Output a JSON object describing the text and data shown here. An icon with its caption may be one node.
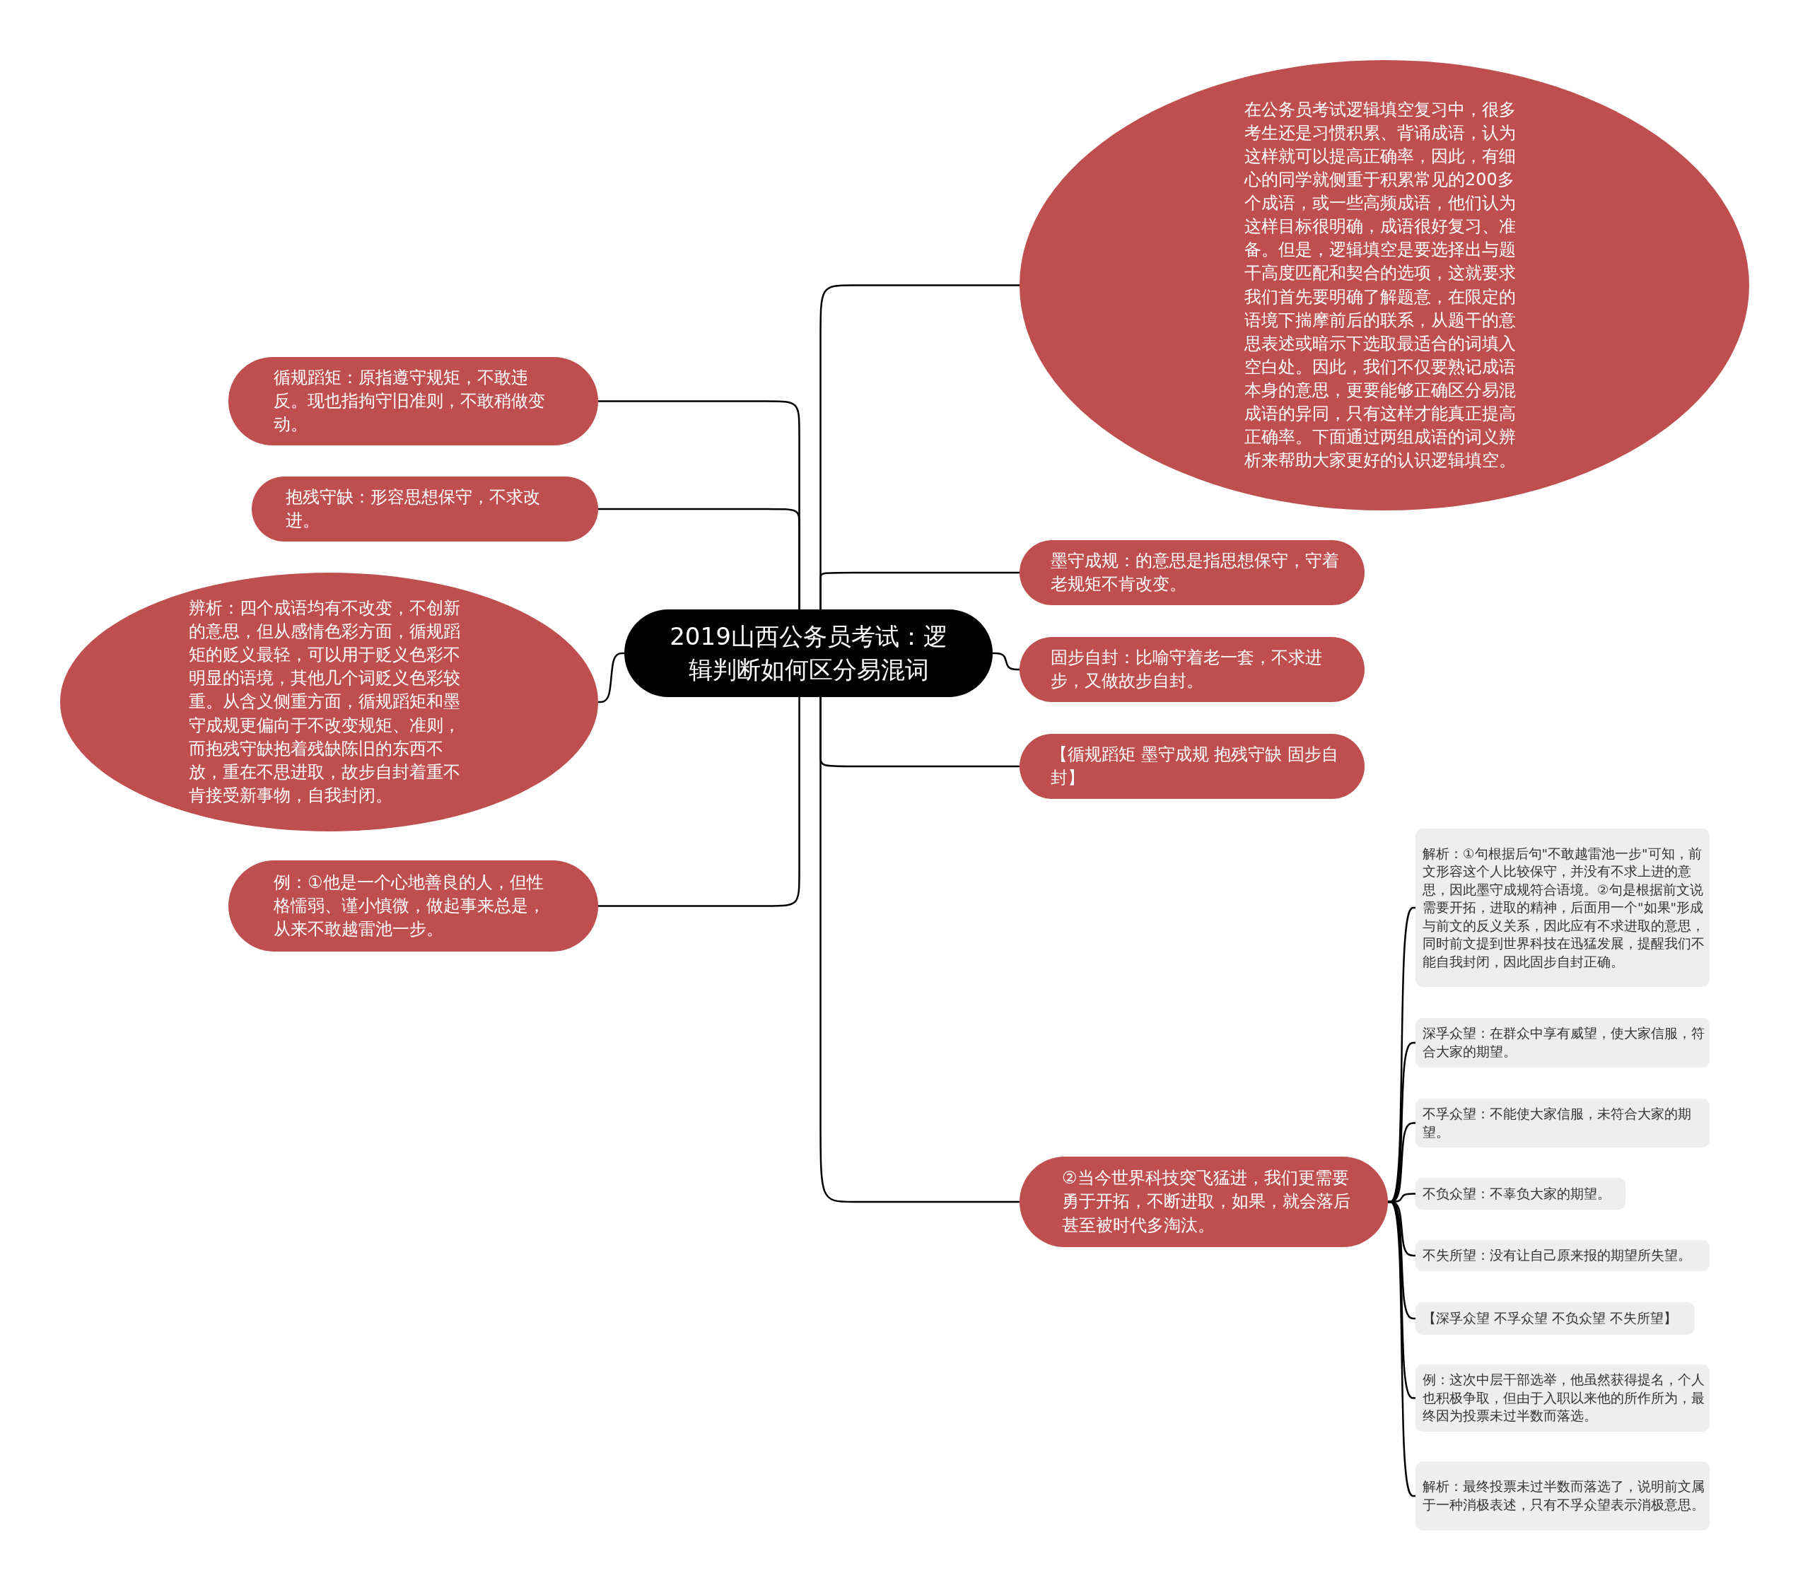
{
  "diagram": {
    "nodes": [
      {
        "text": [
          "2019山西公务员考试：逻辑判断如何区分易混词"
        ]
      },
      {
        "text": [
          "在公务员考试逻辑填空复习中，很多考生还是习惯积累、背诵成语，认为这样就可以提高正确率，因此，有细心的同学就侧重于积累常见的200多个成语，或一些高频成语，他们认为这样目标很明确，成语很好复习、准备。但是，逻辑填空是要选择出与题干高度匹配和契合的选项，这就要求我们首先要明确了解题意，在限定的语境下揣摩前后的联系，从题干的意思表述或暗示下选取最适合的词填入空白处。因此，我们不仅要熟记成语本身的意思，更要能够正确区分易混成语的异同，只有这样才能真正提高正确率。下面通过两组成语的词义辨析来帮助大家更好的认识逻辑填空。"
        ]
      },
      {
        "text": [
          "墨守成规：的意思是指思想保守，守着老规矩不肯改变。"
        ]
      },
      {
        "text": [
          "固步自封：比喻守着老一套，不求进步，又做故步自封。"
        ]
      },
      {
        "text": [
          "【循规蹈矩 墨守成规 抱残守缺 固步自封】"
        ]
      },
      {
        "text": [
          "②当今世界科技突飞猛进，我们更需要勇于开拓，不断进取，如果，就会落后甚至被时代多淘汰。"
        ]
      },
      {
        "text": [
          "解析：①句根据后句\"不敢越雷池一步\"可知，前文形容这个人比较保守，并没有不求上进的意思，因此墨守成规符合语境。②句是根据前文说需要开拓，进取的精神，后面用一个\"如果\"形成与前文的反义关系，因此应有不求进取的意思，同时前文提到世界科技在迅猛发展，提醒我们不能自我封闭，因此固步自封正确。"
        ]
      },
      {
        "text": [
          "深孚众望：在群众中享有威望，使大家信服，符合大家的期望。"
        ]
      },
      {
        "text": [
          "不孚众望：不能使大家信服，未符合大家的期望。"
        ]
      },
      {
        "text": [
          "不负众望：不辜负大家的期望。"
        ]
      },
      {
        "text": [
          "不失所望：没有让自己原来报的期望所失望。"
        ]
      },
      {
        "text": [
          "【深孚众望 不孚众望 不负众望 不失所望】"
        ]
      },
      {
        "text": [
          "例：这次中层干部选举，他虽然获得提名，个人也积极争取，但由于入职以来他的所作所为，最终因为投票未过半数而落选。"
        ]
      },
      {
        "text": [
          "解析：最终投票未过半数而落选了，说明前文属于一种消极表述，只有不孚众望表示消极意思。"
        ]
      },
      {
        "text": [
          "循规蹈矩：原指遵守规矩，不敢违反。现也指拘守旧准则，不敢稍做变动。"
        ]
      },
      {
        "text": [
          "抱残守缺：形容思想保守，不求改进。"
        ]
      },
      {
        "text": [
          "辨析：四个成语均有不改变，不创新的意思，但从感情色彩方面，循规蹈矩的贬义最轻，可以用于贬义色彩不明显的语境，其他几个词贬义色彩较重。从含义侧重方面，循规蹈矩和墨守成规更偏向于不改变规矩、准则，而抱残守缺抱着残缺陈旧的东西不放，重在不思进取，故步自封着重不肯接受新事物，自我封闭。"
        ]
      },
      {
        "text": [
          "例：①他是一个心地善良的人，但性格懦弱、谨小慎微，做起事来总是，从来不敢越雷池一步。"
        ]
      }
    ],
    "edges": [
      {
        "from": 0,
        "to": 1,
        "arrow": "none"
      },
      {
        "from": 0,
        "to": 2,
        "arrow": "none"
      },
      {
        "from": 0,
        "to": 3,
        "arrow": "none"
      },
      {
        "from": 0,
        "to": 4,
        "arrow": "none"
      },
      {
        "from": 0,
        "to": 5,
        "arrow": "none"
      },
      {
        "from": 5,
        "to": 6,
        "arrow": "none"
      },
      {
        "from": 5,
        "to": 7,
        "arrow": "none"
      },
      {
        "from": 5,
        "to": 8,
        "arrow": "none"
      },
      {
        "from": 5,
        "to": 9,
        "arrow": "none"
      },
      {
        "from": 5,
        "to": 10,
        "arrow": "none"
      },
      {
        "from": 5,
        "to": 11,
        "arrow": "none"
      },
      {
        "from": 5,
        "to": 12,
        "arrow": "none"
      },
      {
        "from": 5,
        "to": 13,
        "arrow": "none"
      },
      {
        "from": 0,
        "to": 14,
        "arrow": "none"
      },
      {
        "from": 0,
        "to": 15,
        "arrow": "none"
      },
      {
        "from": 0,
        "to": 16,
        "arrow": "none"
      },
      {
        "from": 0,
        "to": 17,
        "arrow": "none"
      }
    ]
  }
}
